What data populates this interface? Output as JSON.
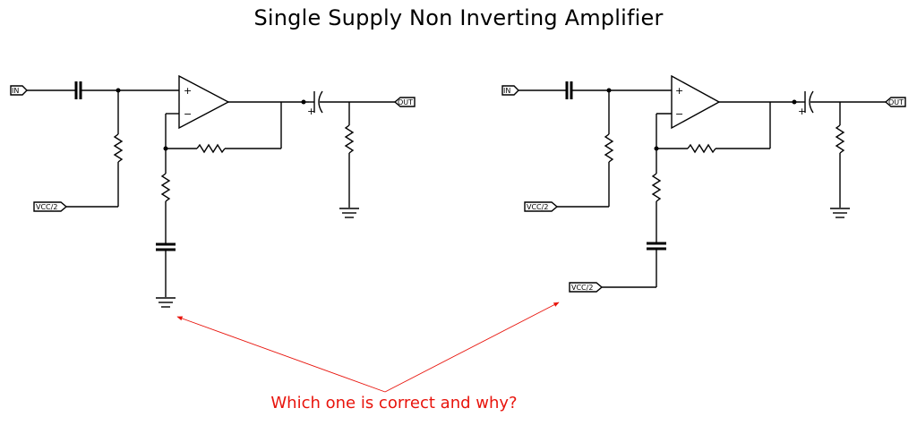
{
  "title": "Single Supply Non Inverting Amplifier",
  "question": "Which one is correct and why?",
  "colors": {
    "wire": "#000000",
    "question": "#e8140c",
    "arrow": "#e8140c",
    "pin_text": "#b0b0b0"
  },
  "circuits": [
    {
      "id": "left",
      "ports": {
        "input": "IN",
        "output": "OUT",
        "bias": "VCC/2"
      },
      "feedback_capacitor_return": "ground-icon"
    },
    {
      "id": "right",
      "ports": {
        "input": "IN",
        "output": "OUT",
        "bias": "VCC/2",
        "cap_return": "VCC/2"
      },
      "feedback_capacitor_return": "VCC/2 port"
    }
  ],
  "opamp": {
    "plus": "+",
    "minus": "−"
  },
  "cap_polarity": "+"
}
